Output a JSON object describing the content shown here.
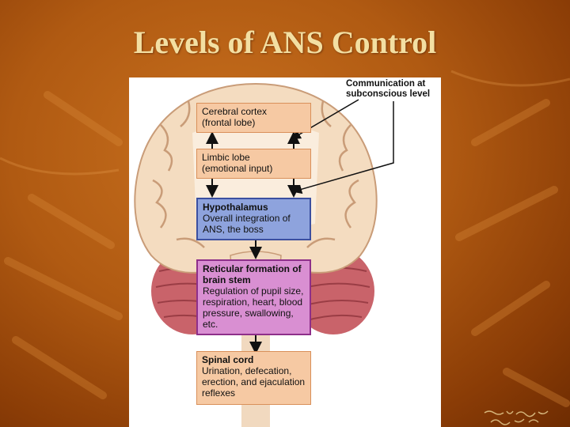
{
  "slide": {
    "title": "Levels of ANS Control"
  },
  "diagram": {
    "note": "Communication at subconscious level",
    "boxes": {
      "cortex": {
        "head": "Cerebral cortex",
        "body": "(frontal lobe)"
      },
      "limbic": {
        "head": "Limbic lobe",
        "body": "(emotional input)"
      },
      "hypothalamus": {
        "head": "Hypothalamus",
        "body": "Overall integration of ANS, the boss"
      },
      "reticular": {
        "head": "Reticular formation of brain stem",
        "body": "Regulation of pupil size, respiration, heart, blood pressure, swallowing, etc."
      },
      "spinal": {
        "head": "Spinal cord",
        "body": "Urination, defecation, erection, and ejaculation reflexes"
      }
    }
  },
  "colors": {
    "background": "#b05a12",
    "title": "#f3dfa2",
    "orange_box": "#f6c9a3",
    "hypothalamus_box": "#8ea3dd",
    "reticular_box": "#d98fd2"
  }
}
